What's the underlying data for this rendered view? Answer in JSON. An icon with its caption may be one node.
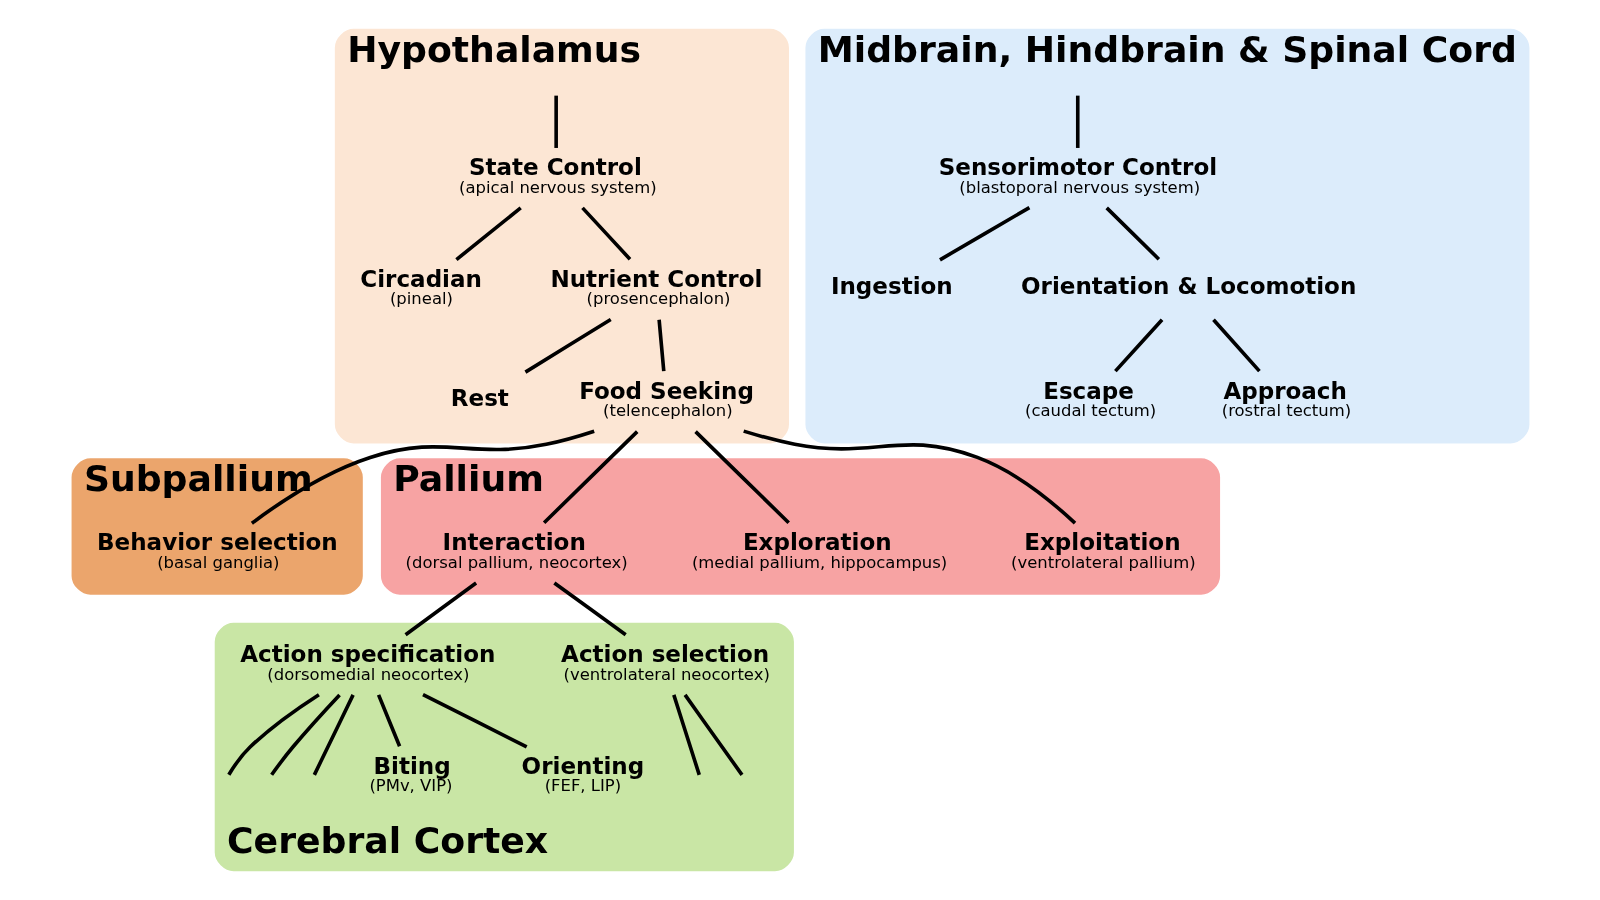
{
  "diagram": {
    "nodes": [
      {
        "text": [
          "Hypothalamus"
        ]
      },
      {
        "text": [
          "State Control",
          "(apical nervous system)"
        ],
        "in": 0
      },
      {
        "text": [
          "Circadian",
          "(pineal)"
        ],
        "in": 0
      },
      {
        "text": [
          "Nutrient Control",
          "(prosencephalon)"
        ],
        "in": 0
      },
      {
        "text": [
          "Rest"
        ],
        "in": 0
      },
      {
        "text": [
          "Food Seeking",
          "(telencephalon)"
        ],
        "in": 0
      },
      {
        "text": [
          "Midbrain, Hindbrain & Spinal Cord"
        ]
      },
      {
        "text": [
          "Sensorimotor Control",
          "(blastoporal nervous system)"
        ],
        "in": 6
      },
      {
        "text": [
          "Ingestion"
        ],
        "in": 6
      },
      {
        "text": [
          "Orientation & Locomotion"
        ],
        "in": 6
      },
      {
        "text": [
          "Escape",
          "(caudal tectum)"
        ],
        "in": 6
      },
      {
        "text": [
          "Approach",
          "(rostral tectum)"
        ],
        "in": 6
      },
      {
        "text": [
          "Subpallium"
        ]
      },
      {
        "text": [
          "Behavior selection",
          "(basal ganglia)"
        ],
        "in": 12
      },
      {
        "text": [
          "Pallium"
        ]
      },
      {
        "text": [
          "Exploitation",
          "(ventrolateral pallium)"
        ],
        "in": 14
      },
      {
        "text": [
          "Exploration",
          "(medial pallium, hippocampus)"
        ],
        "in": 14
      },
      {
        "text": [
          "Interaction",
          "(dorsal pallium, neocortex)"
        ],
        "in": 14
      },
      {
        "text": [
          "Cerebral Cortex"
        ]
      },
      {
        "text": [
          "Action selection",
          "(ventrolateral neocortex)"
        ],
        "in": 18
      },
      {
        "text": [
          "Action specification",
          "(dorsomedial neocortex)"
        ],
        "in": 18
      },
      {
        "text": [
          "Biting",
          "(PMv, VIP)"
        ],
        "in": 18
      },
      {
        "text": [
          "Orienting",
          "(FEF, LIP)"
        ],
        "in": 18
      }
    ],
    "edges": [
      {
        "from": null,
        "to": 1,
        "arrow": "none"
      },
      {
        "from": null,
        "to": 7,
        "arrow": "none"
      },
      {
        "from": 1,
        "to": 2,
        "arrow": "none"
      },
      {
        "from": 1,
        "to": 3,
        "arrow": "none"
      },
      {
        "from": 3,
        "to": 4,
        "arrow": "none"
      },
      {
        "from": 3,
        "to": 5,
        "arrow": "none"
      },
      {
        "from": 5,
        "to": 13,
        "arrow": "none"
      },
      {
        "from": 5,
        "to": 15,
        "arrow": "none"
      },
      {
        "from": 5,
        "to": 17,
        "arrow": "none"
      },
      {
        "from": 5,
        "to": 16,
        "arrow": "none"
      },
      {
        "from": 7,
        "to": 8,
        "arrow": "none"
      },
      {
        "from": 7,
        "to": 9,
        "arrow": "none"
      },
      {
        "from": 9,
        "to": 10,
        "arrow": "none"
      },
      {
        "from": 9,
        "to": 11,
        "arrow": "none"
      },
      {
        "from": 17,
        "to": 19,
        "arrow": "none"
      },
      {
        "from": 17,
        "to": 20,
        "arrow": "none"
      },
      {
        "from": 20,
        "to": 21,
        "arrow": "none"
      },
      {
        "from": 20,
        "to": 22,
        "arrow": "none"
      },
      {
        "from": 19,
        "to": null,
        "arrow": "none"
      },
      {
        "from": 19,
        "to": null,
        "arrow": "none"
      },
      {
        "from": 20,
        "to": null,
        "arrow": "none"
      },
      {
        "from": 20,
        "to": null,
        "arrow": "none"
      },
      {
        "from": 20,
        "to": null,
        "arrow": "none"
      }
    ]
  }
}
